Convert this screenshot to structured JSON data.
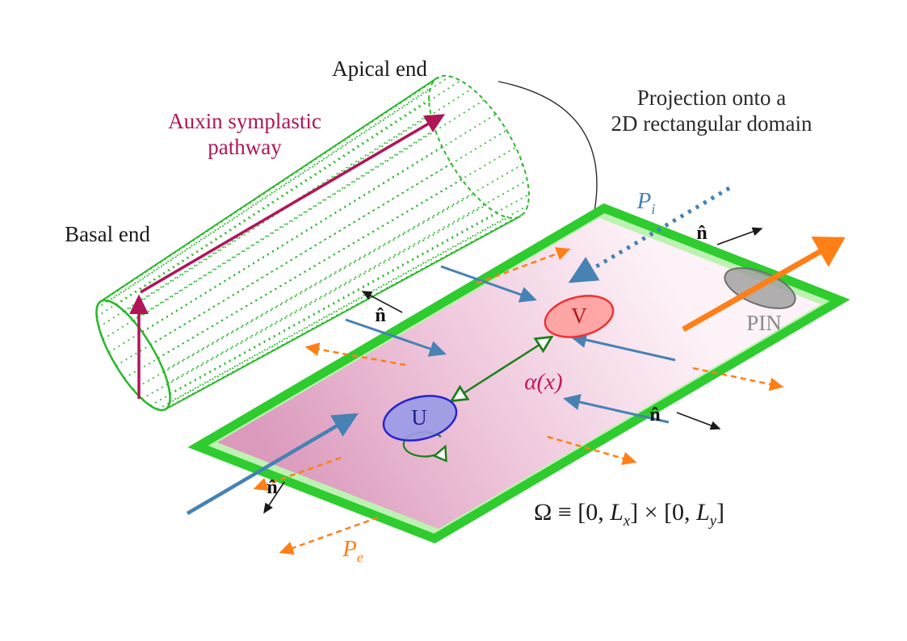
{
  "figure_labels": {
    "apical_end": "Apical end",
    "basal_end": "Basal end",
    "auxin_pathway": {
      "line1": "Auxin symplastic",
      "line2": "pathway"
    },
    "projection": {
      "line1": "Projection onto a",
      "line2": "2D rectangular domain"
    },
    "p_influx": {
      "base": "P",
      "sub": "i"
    },
    "p_efflux": {
      "base": "P",
      "sub": "e"
    },
    "normal_vector": "n̂",
    "pin": "PIN",
    "substance_u": "U",
    "substance_v": "V",
    "alpha": "α(x)",
    "omega": {
      "p1": "Ω ≡ [0, ",
      "l": "L",
      "s1": "x",
      "p2": "] × [0, ",
      "s2": "y",
      "p3": "]"
    }
  },
  "colors": {
    "domain_border_green": "#2ecc2e",
    "domain_band_light_green": "#bdf2b3",
    "domain_fill_pink_light": "#fdf2f7",
    "domain_fill_pink_deep": "#db9abc",
    "cylinder_green": "#2db92d",
    "auxin_crimson": "#b01558",
    "influx_steel_blue": "#4682b4",
    "efflux_orange": "#ff7f17",
    "reaction_dark_green": "#1a801a",
    "u_fill": "#9a9ae6",
    "u_stroke": "#2424cf",
    "v_fill": "#ff9e9e",
    "v_stroke": "#f03030",
    "pin_gray": "#9c9c9c",
    "text_black": "#1a1a1a"
  }
}
